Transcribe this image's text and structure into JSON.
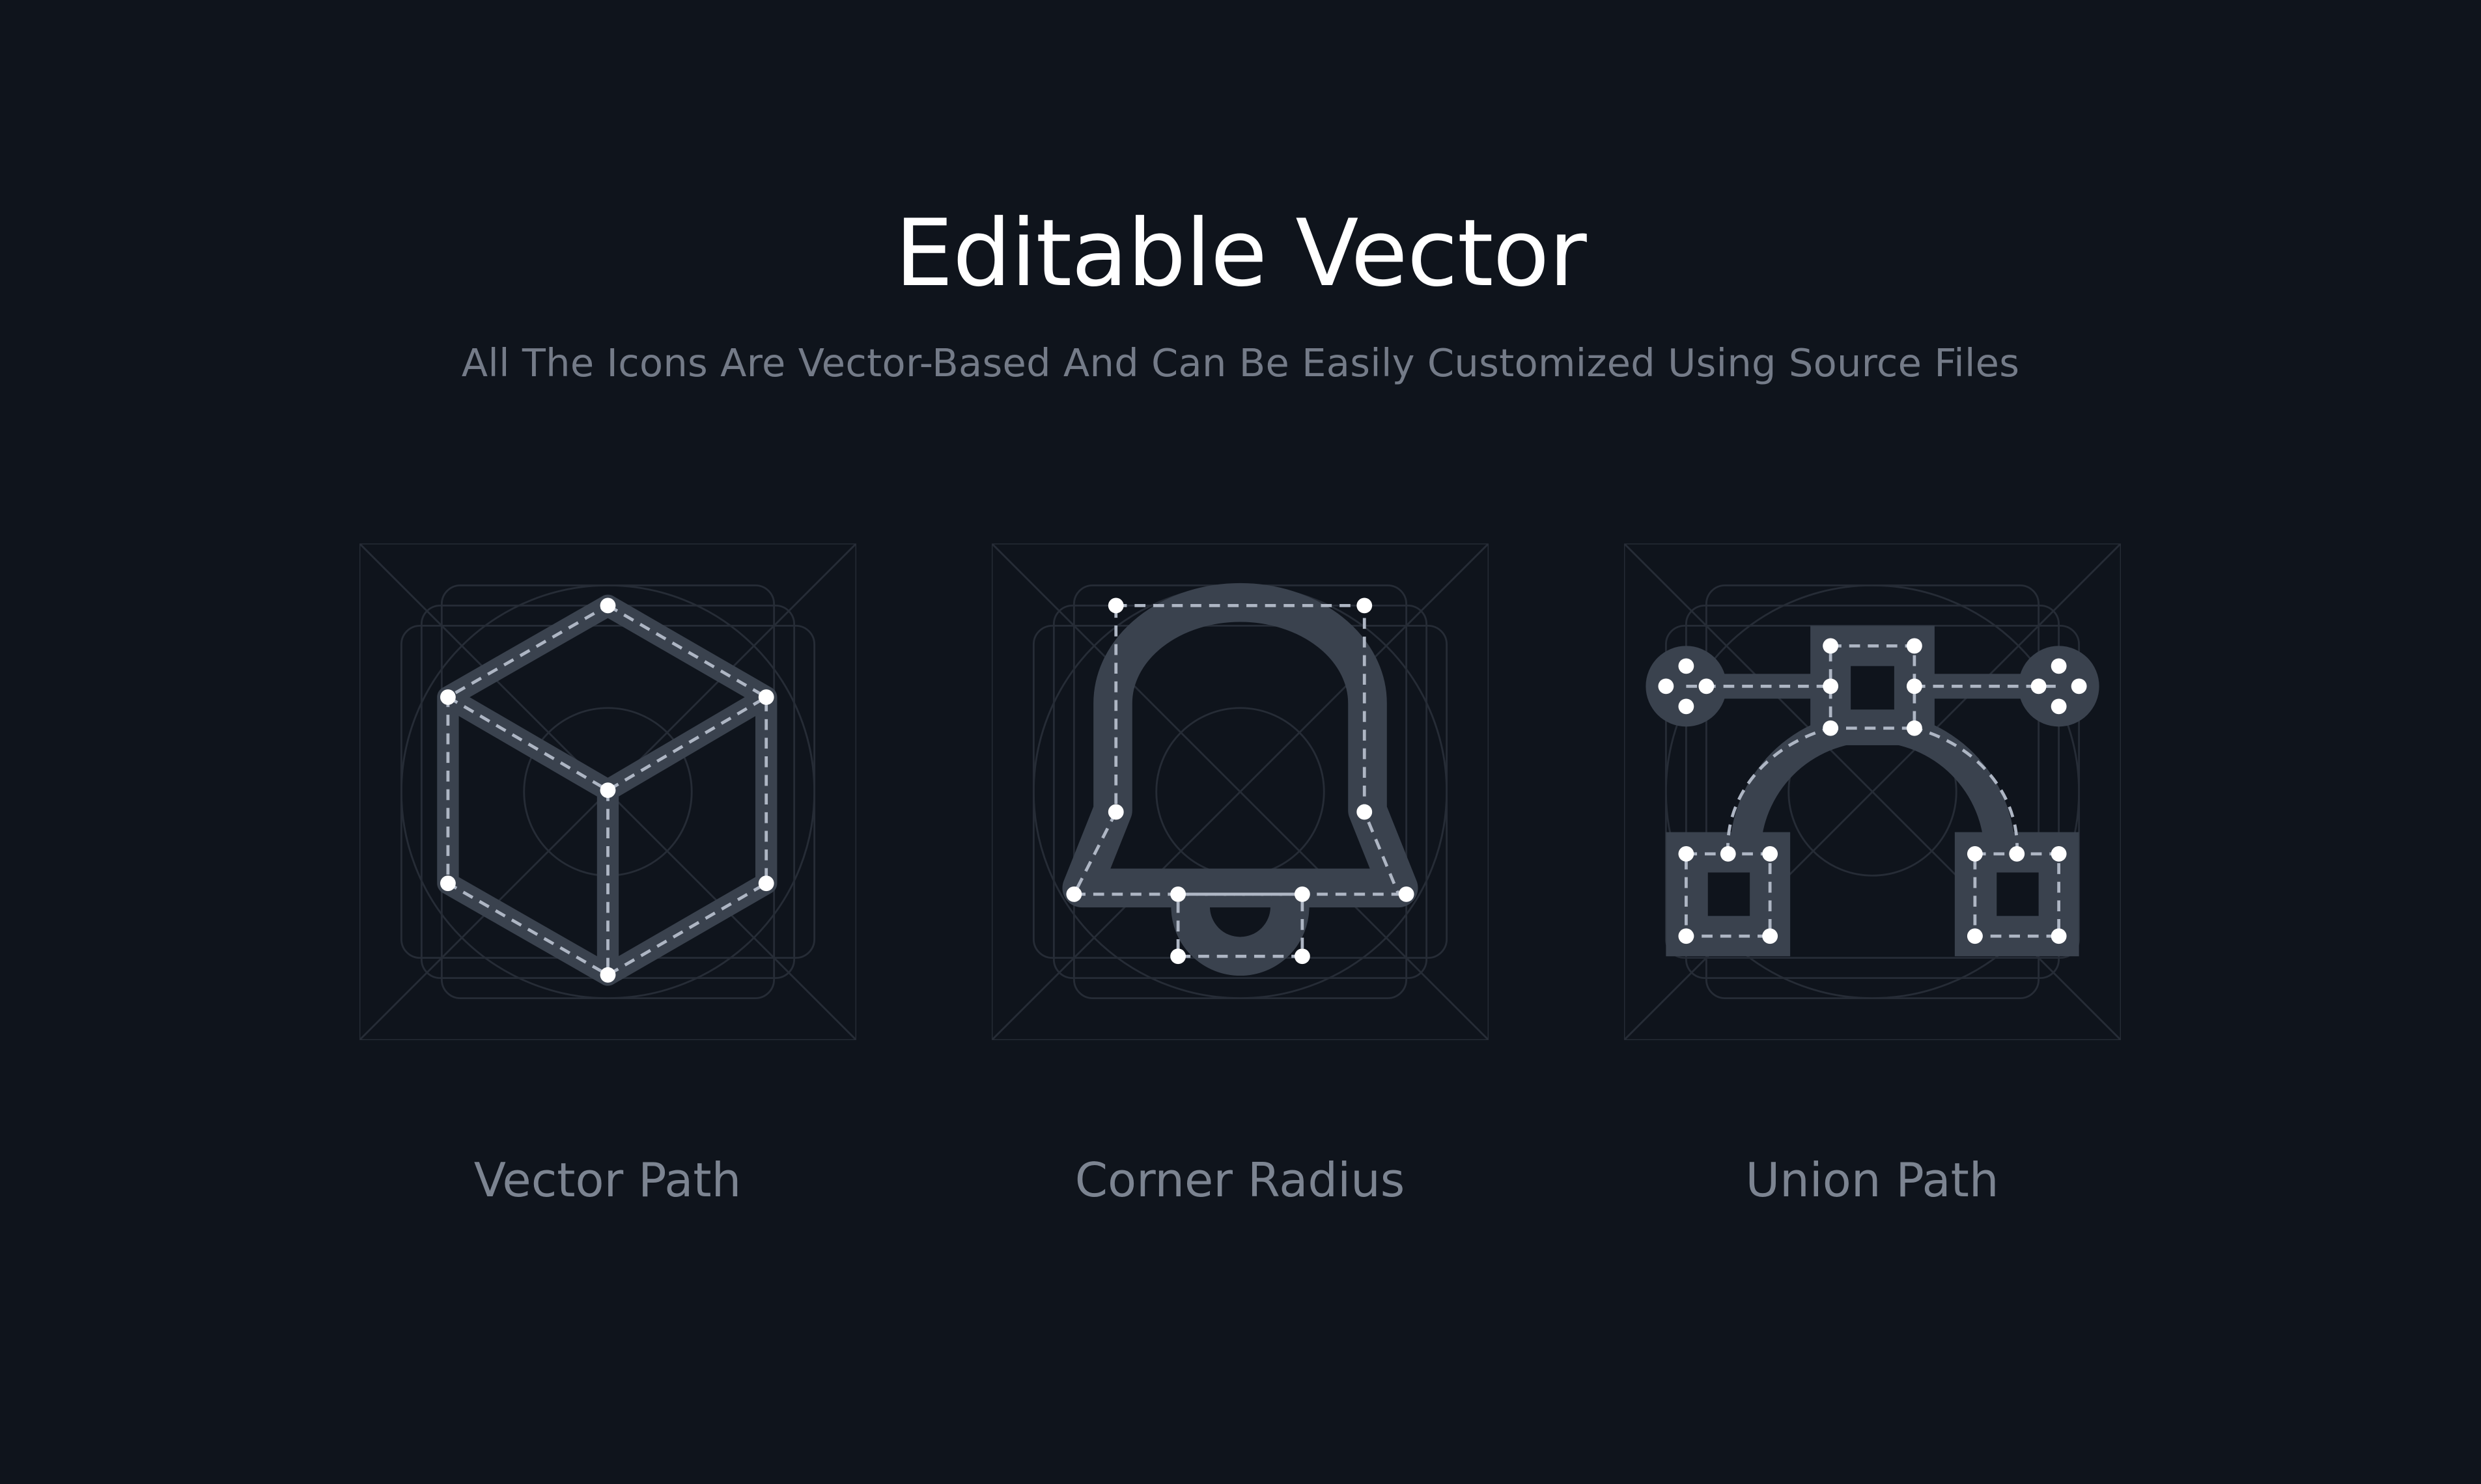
{
  "header": {
    "title": "Editable Vector",
    "subtitle": "All The Icons Are Vector-Based And Can Be Easily Customized Using Source Files"
  },
  "features": [
    {
      "label": "Vector Path",
      "icon": "cube-icon"
    },
    {
      "label": "Corner Radius",
      "icon": "bell-icon"
    },
    {
      "label": "Union Path",
      "icon": "bezier-pen-icon"
    }
  ],
  "colors": {
    "background": "#0f141c",
    "title": "#ffffff",
    "subtitle": "#747b88",
    "label": "#7c8491",
    "icon_shape": "#3a424e",
    "icon_path": "#aeb6c4",
    "anchor_point": "#ffffff",
    "keyline_grid": "#262c36"
  }
}
